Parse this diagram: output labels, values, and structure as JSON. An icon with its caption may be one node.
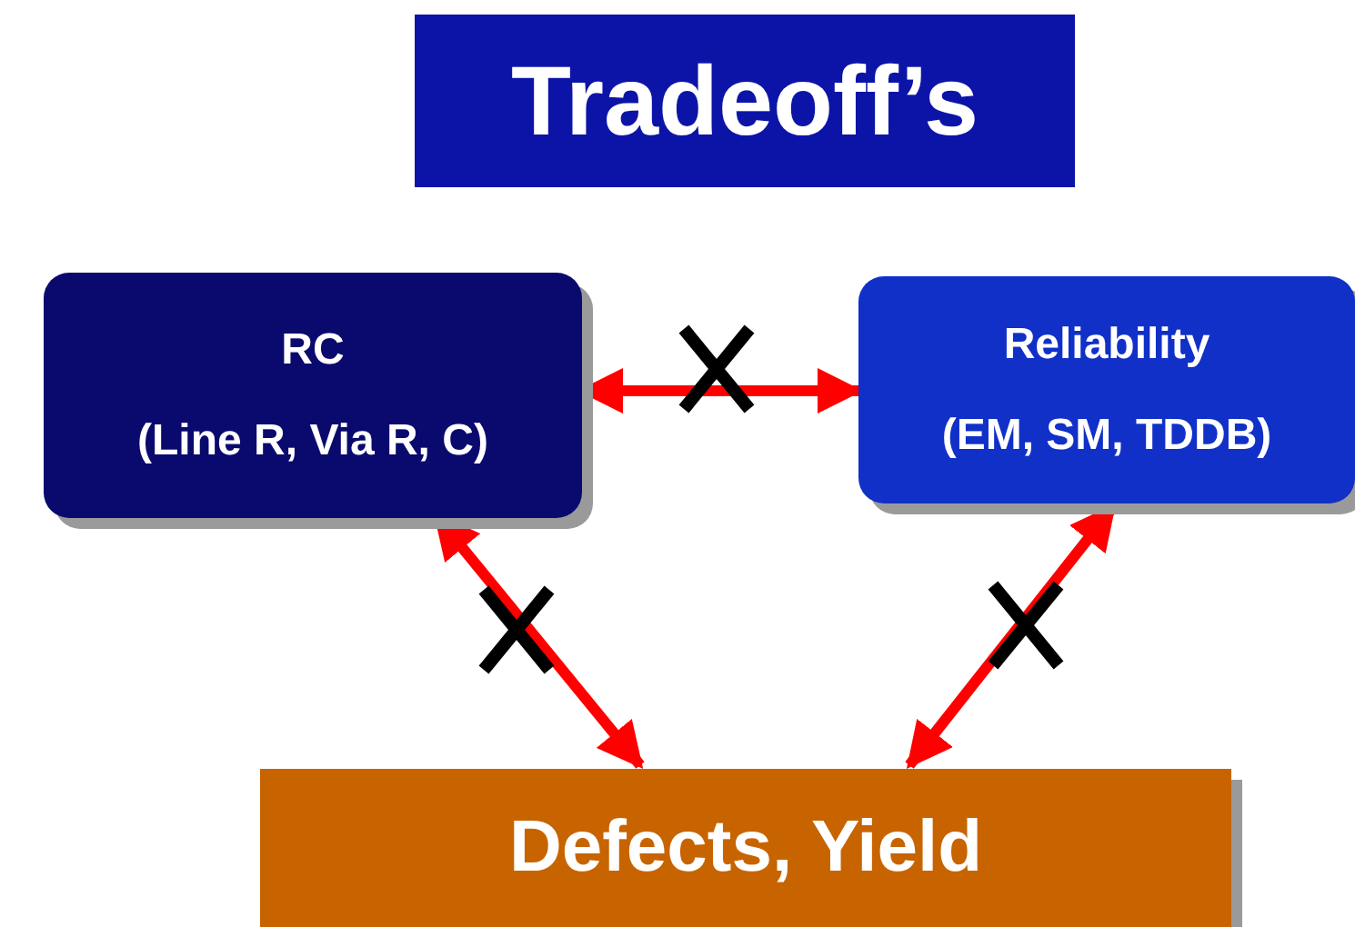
{
  "diagram": {
    "title": "Tradeoff’s",
    "nodes": [
      {
        "text": [
          "RC",
          "(Line R, Via R, C)"
        ]
      },
      {
        "text": [
          "Reliability",
          "(EM, SM, TDDB)"
        ]
      },
      {
        "text": [
          "Defects, Yield"
        ]
      }
    ],
    "edges": [
      {
        "from": 0,
        "to": 1,
        "arrow": "both"
      },
      {
        "from": 0,
        "to": 2,
        "arrow": "both"
      },
      {
        "from": 1,
        "to": 2,
        "arrow": "both"
      }
    ]
  }
}
